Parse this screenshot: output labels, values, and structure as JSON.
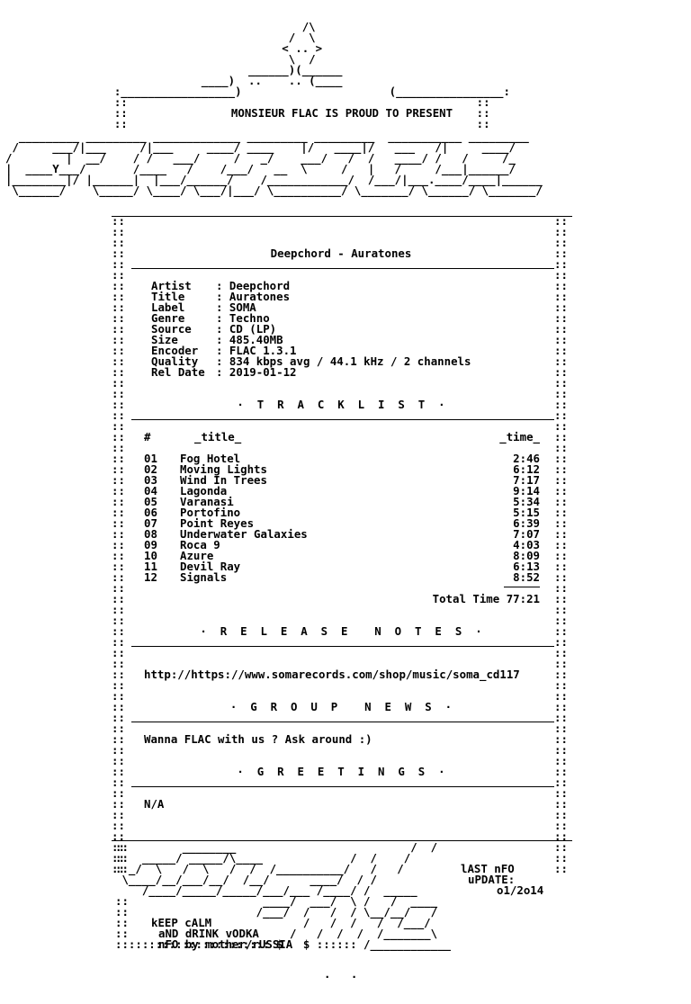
{
  "header": {
    "presents": "MONSIEUR FLAC IS PROUD TO PRESENT"
  },
  "release": {
    "heading": "Deepchord - Auratones",
    "info": [
      {
        "key": "Artist",
        "value": "Deepchord"
      },
      {
        "key": "Title",
        "value": "Auratones"
      },
      {
        "key": "Label",
        "value": "SOMA"
      },
      {
        "key": "Genre",
        "value": "Techno"
      },
      {
        "key": "Source",
        "value": "CD (LP)"
      },
      {
        "key": "Size",
        "value": "485.40MB"
      },
      {
        "key": "Encoder",
        "value": "FLAC 1.3.1"
      },
      {
        "key": "Quality",
        "value": "834 kbps avg / 44.1 kHz / 2 channels"
      },
      {
        "key": "Rel Date",
        "value": "2019-01-12"
      }
    ]
  },
  "tracklist": {
    "section_title": "·  T  R  A  C  K  L  I  S  T  ·",
    "col_num": "#",
    "col_title": "_title_",
    "col_time": "_time_",
    "tracks": [
      {
        "num": "01",
        "title": "Fog Hotel",
        "time": "2:46"
      },
      {
        "num": "02",
        "title": "Moving Lights",
        "time": "6:12"
      },
      {
        "num": "03",
        "title": "Wind In Trees",
        "time": "7:17"
      },
      {
        "num": "04",
        "title": "Lagonda",
        "time": "9:14"
      },
      {
        "num": "05",
        "title": "Varanasi",
        "time": "5:34"
      },
      {
        "num": "06",
        "title": "Portofino",
        "time": "5:15"
      },
      {
        "num": "07",
        "title": "Point Reyes",
        "time": "6:39"
      },
      {
        "num": "08",
        "title": "Underwater Galaxies",
        "time": "7:07"
      },
      {
        "num": "09",
        "title": "Roca 9",
        "time": "4:03"
      },
      {
        "num": "10",
        "title": "Azure",
        "time": "8:09"
      },
      {
        "num": "11",
        "title": "Devil Ray",
        "time": "6:13"
      },
      {
        "num": "12",
        "title": "Signals",
        "time": "8:52"
      }
    ],
    "total_label": "Total Time",
    "total_time": "77:21"
  },
  "notes": {
    "section_title": "·  R  E  L  E  A  S  E    N  O  T  E  S  ·",
    "text": "http://https://www.somarecords.com/shop/music/soma_cd117"
  },
  "news": {
    "section_title": "·  G  R  O  U  P    N  E  W  S  ·",
    "text": "Wanna FLAC with us ? Ask around :)"
  },
  "greetings": {
    "section_title": "·  G  R  E  E  T  I  N  G  S  ·",
    "text": "N/A"
  },
  "footer": {
    "last_nfo": "lAST nFO",
    "update": "uPDATE:",
    "date": "o1/2o14",
    "keep": "kEEP cALM",
    "drink": "aND dRINK vODKA",
    "by": "nFO by mother/rUSSIA"
  }
}
